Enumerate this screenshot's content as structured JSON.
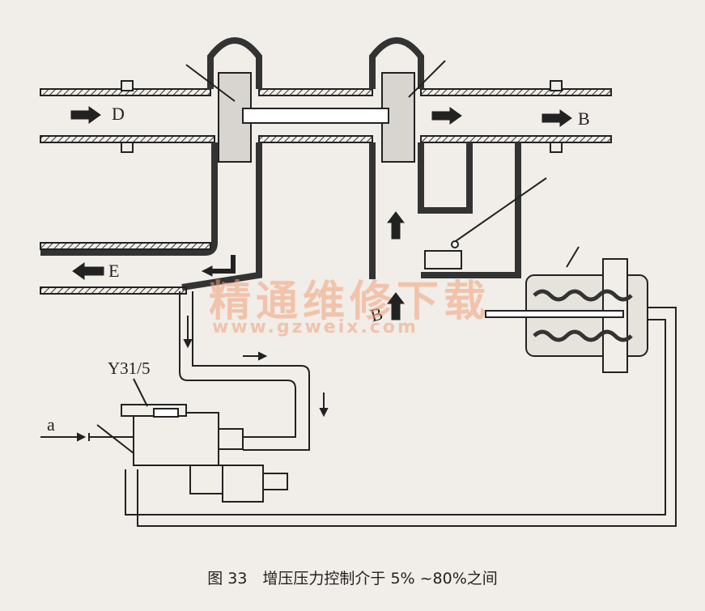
{
  "labels": {
    "D": "D",
    "E": "E",
    "B_top": "B",
    "B_mid": "B",
    "a": "a",
    "component": "Y31/5"
  },
  "watermark": {
    "chinese": "精通维修下载",
    "url": "www.gzweix.com",
    "color": "#f0a078"
  },
  "caption": "图 33　增压压力控制介于 5% ~80%之间"
}
